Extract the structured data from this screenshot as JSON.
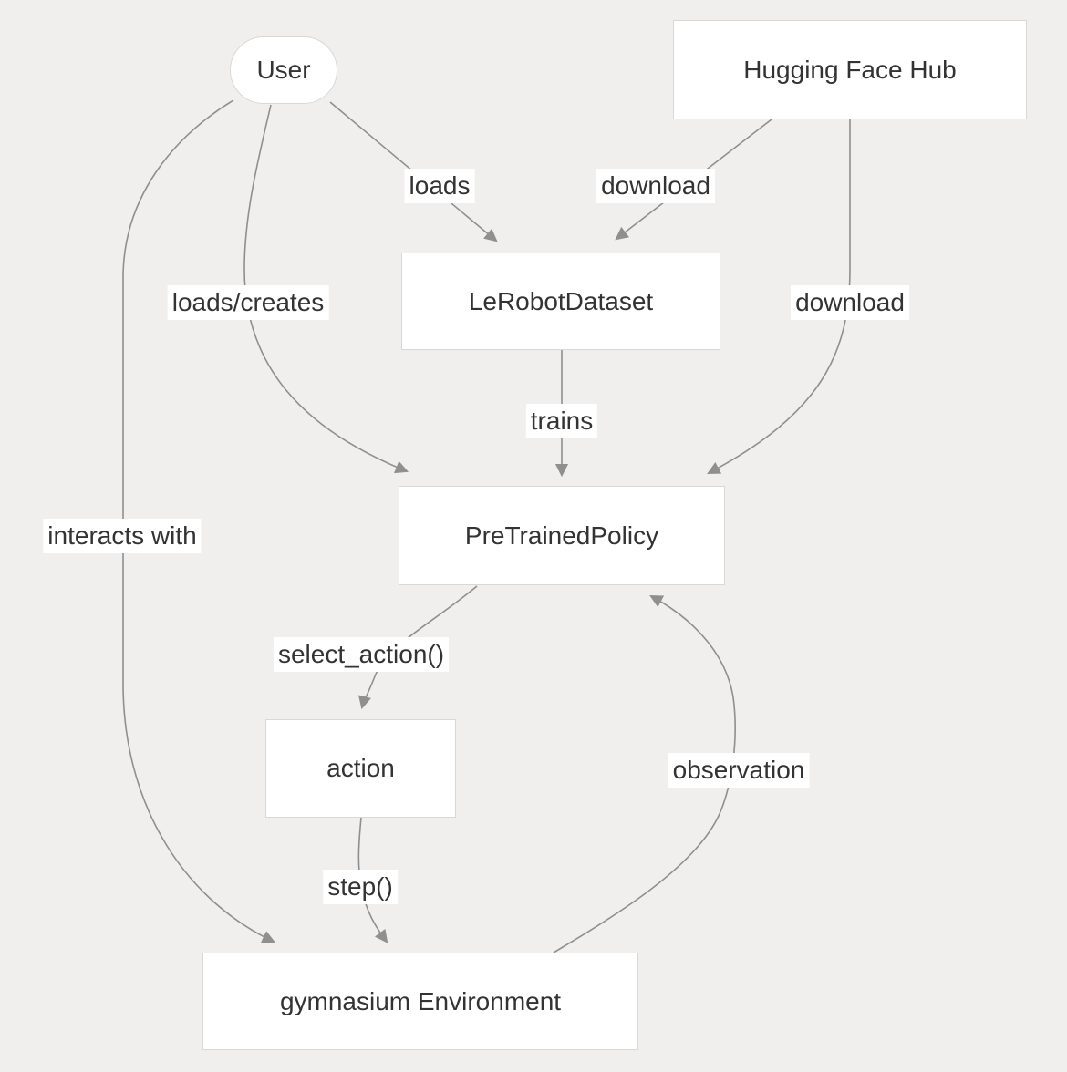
{
  "diagram_type": "flowchart",
  "colors": {
    "background": "#f0efed",
    "node_fill": "#ffffff",
    "node_border": "#d9d8d6",
    "edge_stroke": "#8f8f8f",
    "text": "#333333"
  },
  "nodes": {
    "user": {
      "label": "User",
      "shape": "stadium"
    },
    "hub": {
      "label": "Hugging Face Hub",
      "shape": "rect"
    },
    "dataset": {
      "label": "LeRobotDataset",
      "shape": "rect"
    },
    "policy": {
      "label": "PreTrainedPolicy",
      "shape": "rect"
    },
    "action": {
      "label": "action",
      "shape": "rect"
    },
    "env": {
      "label": "gymnasium Environment",
      "shape": "rect"
    }
  },
  "edges": [
    {
      "from": "User",
      "to": "LeRobotDataset",
      "label": "loads"
    },
    {
      "from": "Hugging Face Hub",
      "to": "LeRobotDataset",
      "label": "download"
    },
    {
      "from": "User",
      "to": "PreTrainedPolicy",
      "label": "loads/creates"
    },
    {
      "from": "Hugging Face Hub",
      "to": "PreTrainedPolicy",
      "label": "download"
    },
    {
      "from": "LeRobotDataset",
      "to": "PreTrainedPolicy",
      "label": "trains"
    },
    {
      "from": "User",
      "to": "gymnasium Environment",
      "label": "interacts with"
    },
    {
      "from": "PreTrainedPolicy",
      "to": "action",
      "label": "select_action()"
    },
    {
      "from": "action",
      "to": "gymnasium Environment",
      "label": "step()"
    },
    {
      "from": "gymnasium Environment",
      "to": "PreTrainedPolicy",
      "label": "observation"
    }
  ]
}
